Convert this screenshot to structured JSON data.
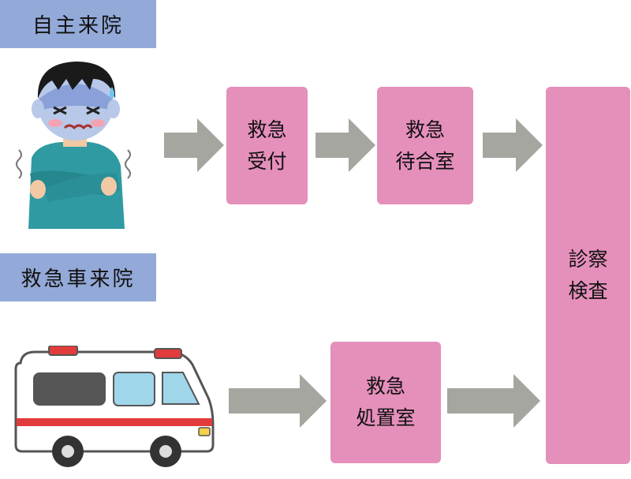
{
  "paths": {
    "self_visit": {
      "label": "自主来院"
    },
    "ambulance_visit": {
      "label": "救急車来院"
    }
  },
  "steps": {
    "reception": {
      "line1": "救急",
      "line2": "受付"
    },
    "waiting_room": {
      "line1": "救急",
      "line2": "待合室"
    },
    "treatment_room": {
      "line1": "救急",
      "line2": "処置室"
    },
    "exam": {
      "line1": "診察",
      "line2": "検査"
    }
  },
  "colors": {
    "label_bg": "#93a9d8",
    "step_bg": "#e58fbb",
    "arrow": "#a6a6a0"
  },
  "icons": {
    "patient": "sick-shivering-person-icon",
    "ambulance": "ambulance-icon"
  }
}
